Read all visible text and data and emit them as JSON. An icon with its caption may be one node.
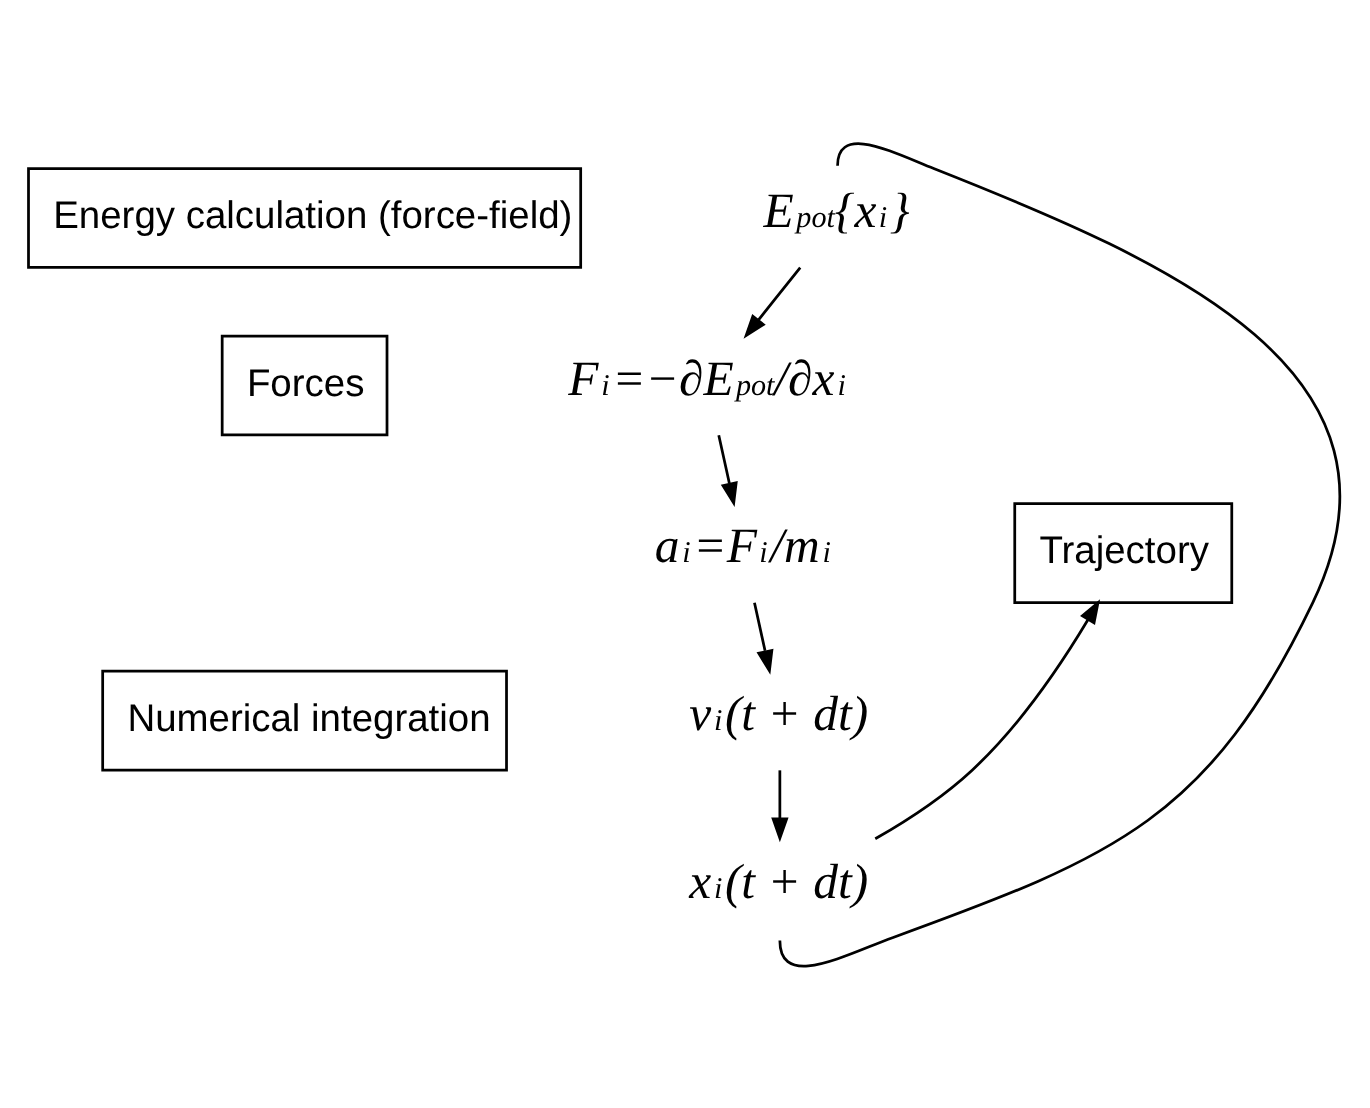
{
  "diagram": {
    "nodes": [
      {
        "text": [
          "Energy calculation (force-field)"
        ]
      },
      {
        "text": [
          "E$_{pot}${x$_{i}$}"
        ]
      },
      {
        "text": [
          "Forces"
        ]
      },
      {
        "text": [
          "F$_{i}$=−∂E$_{pot}$/∂x$_{i}$"
        ]
      },
      {
        "text": [
          "a$_{i}$=F$_{i}$/m$_{i}$"
        ]
      },
      {
        "text": [
          "Trajectory"
        ]
      },
      {
        "text": [
          "Numerical integration"
        ]
      },
      {
        "text": [
          "v$_{i}$(t + dt)"
        ]
      },
      {
        "text": [
          "x$_{i}$(t + dt)"
        ]
      }
    ],
    "edges": [
      {
        "from": 1,
        "to": 3,
        "arrow": "to"
      },
      {
        "from": 3,
        "to": 4,
        "arrow": "to"
      },
      {
        "from": 4,
        "to": 7,
        "arrow": "to"
      },
      {
        "from": 7,
        "to": 8,
        "arrow": "to"
      },
      {
        "from": 8,
        "to": 1,
        "arrow": "none"
      },
      {
        "from": 8,
        "to": 5,
        "arrow": "to"
      }
    ]
  }
}
